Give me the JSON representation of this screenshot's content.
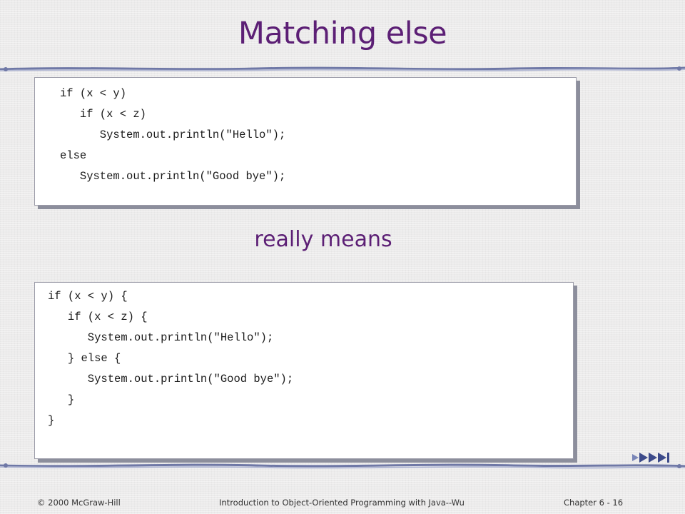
{
  "slide": {
    "title": "Matching else",
    "subtitle": "really means",
    "code_block_1": [
      "if (x < y)",
      "   if (x < z)",
      "      System.out.println(\"Hello\");",
      "else",
      "   System.out.println(\"Good bye\");"
    ],
    "code_block_2": [
      "if (x < y) {",
      "   if (x < z) {",
      "      System.out.println(\"Hello\");",
      "   } else {",
      "      System.out.println(\"Good bye\");",
      "   }",
      "}"
    ],
    "nav_icon": "triple-forward-arrow-icon"
  },
  "footer": {
    "copyright": "© 2000 McGraw-Hill",
    "book": "Introduction to Object-Oriented Programming with Java--Wu",
    "chapter": "Chapter 6 - 16"
  },
  "colors": {
    "title": "#5c1f75",
    "rule": "#8a94b8",
    "nav_arrow": "#3c4a8a"
  }
}
